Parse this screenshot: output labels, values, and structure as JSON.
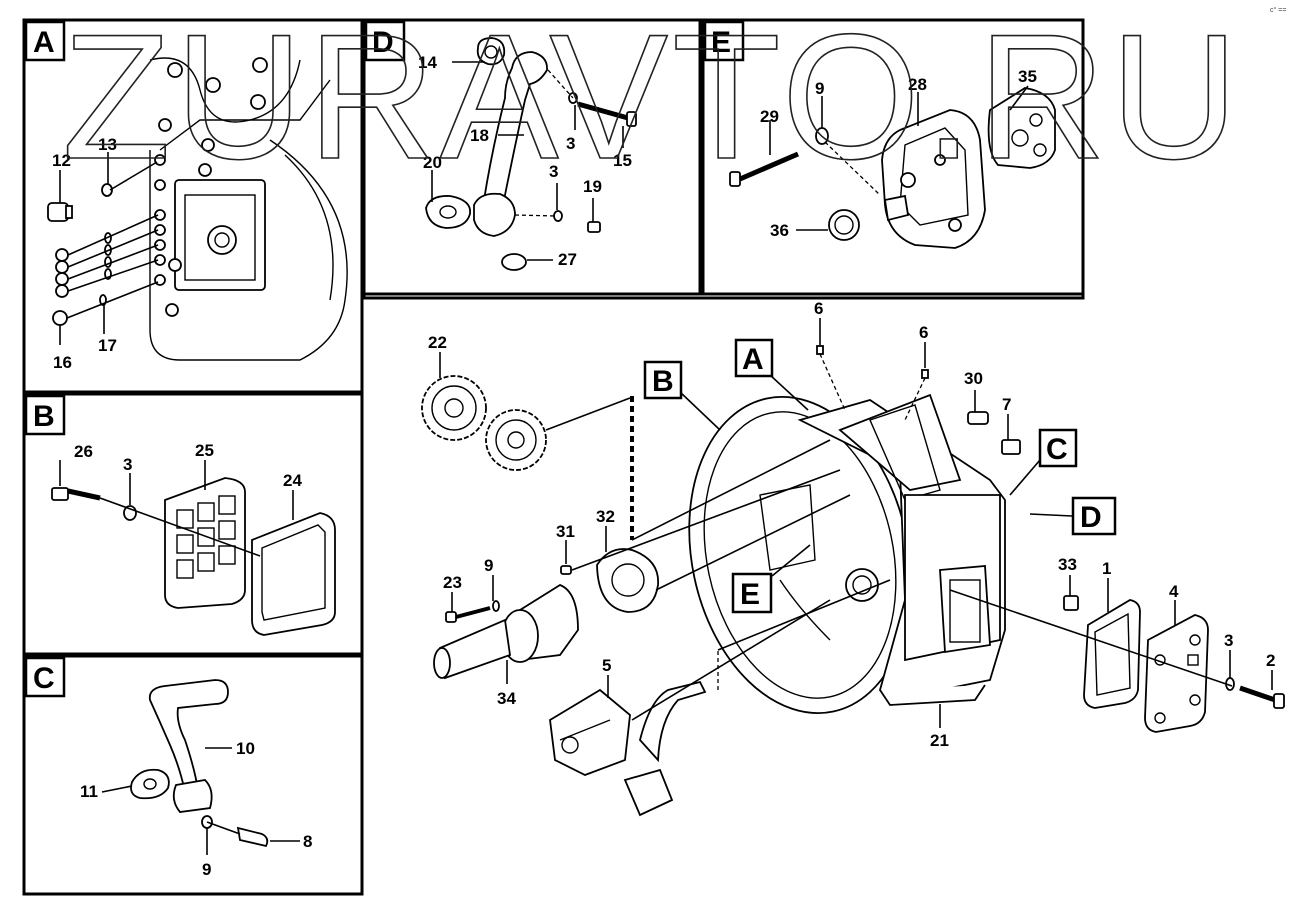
{
  "watermark": "ZURAVTO.RU",
  "corner_mark": "c° ==",
  "panels": {
    "A": {
      "tag": "A",
      "labels": [
        "12",
        "13",
        "16",
        "17"
      ]
    },
    "B": {
      "tag": "B",
      "labels": [
        "26",
        "3",
        "25",
        "24"
      ]
    },
    "C": {
      "tag": "C",
      "labels": [
        "10",
        "11",
        "9",
        "8"
      ]
    },
    "D": {
      "tag": "D",
      "labels": [
        "14",
        "18",
        "3",
        "15",
        "20",
        "3",
        "19",
        "27"
      ]
    },
    "E": {
      "tag": "E",
      "labels": [
        "9",
        "28",
        "35",
        "29",
        "36"
      ]
    }
  },
  "main": {
    "callouts": [
      "A",
      "B",
      "C",
      "D",
      "E"
    ],
    "labels": [
      "6",
      "6",
      "30",
      "7",
      "22",
      "31",
      "32",
      "23",
      "9",
      "34",
      "33",
      "1",
      "4",
      "3",
      "2",
      "5",
      "21"
    ]
  }
}
